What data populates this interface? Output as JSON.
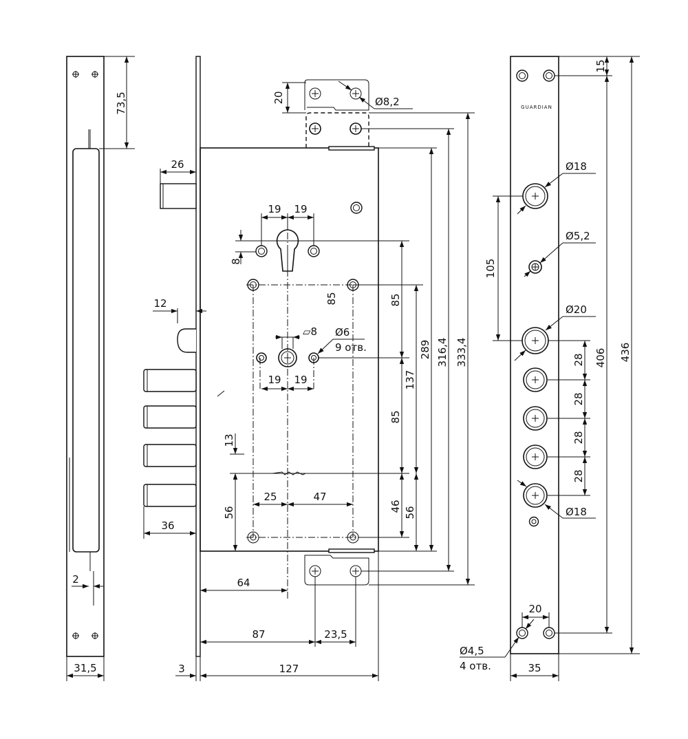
{
  "brand": "GUARDIAN",
  "colors": {
    "line": "#111111",
    "background": "#ffffff",
    "metal": "#cfcfcf"
  },
  "side_view": {
    "dim_top": "73,5",
    "dim_gap": "2",
    "dim_width": "31,5"
  },
  "body_view": {
    "dim_26": "26",
    "dim_12": "12",
    "dim_36": "36",
    "dim_3": "3",
    "dim_127": "127",
    "dim_87": "87",
    "dim_23_5": "23,5",
    "dim_64": "64",
    "dim_20": "20",
    "hole_8_2": "Ø8,2",
    "dim_19_a": "19",
    "dim_19_b": "19",
    "dim_8": "8",
    "dim_85_inner": "85",
    "sq_8": "▱8",
    "hole_6": "Ø6",
    "holes_9": "9 отв.",
    "dim_19_c": "19",
    "dim_19_d": "19",
    "dim_13": "13",
    "dim_56_left": "56",
    "dim_25": "25",
    "dim_47": "47",
    "dim_85_top": "85",
    "dim_85_mid": "85",
    "dim_46": "46",
    "dim_137": "137",
    "dim_56_right": "56",
    "dim_289": "289",
    "dim_316_4": "316,4",
    "dim_333_4": "333,4"
  },
  "faceplate_view": {
    "dim_15": "15",
    "dim_436": "436",
    "hole_18_top": "Ø18",
    "hole_5_2": "Ø5,2",
    "dim_105": "105",
    "hole_20": "Ø20",
    "dim_406": "406",
    "dim_28_1": "28",
    "dim_28_2": "28",
    "dim_28_3": "28",
    "dim_28_4": "28",
    "hole_18_bottom": "Ø18",
    "dim_20": "20",
    "hole_4_5": "Ø4,5",
    "holes_4": "4 отв.",
    "dim_35": "35"
  }
}
